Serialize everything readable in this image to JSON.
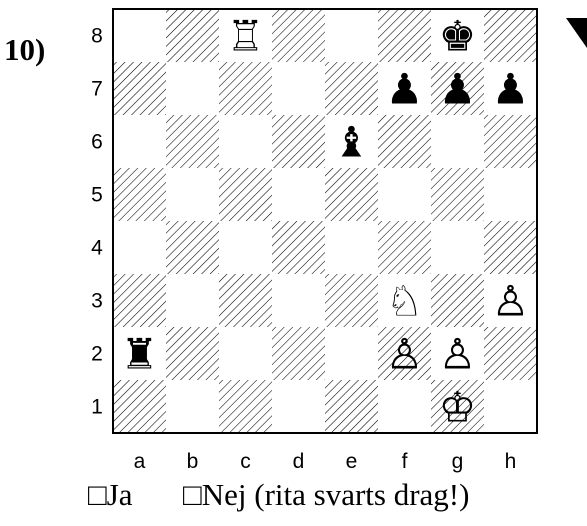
{
  "puzzle": {
    "number": "10)",
    "files": [
      "a",
      "b",
      "c",
      "d",
      "e",
      "f",
      "g",
      "h"
    ],
    "ranks": [
      "8",
      "7",
      "6",
      "5",
      "4",
      "3",
      "2",
      "1"
    ],
    "pieces": [
      {
        "square": "c8",
        "color": "white",
        "type": "rook",
        "glyph": "♖"
      },
      {
        "square": "g8",
        "color": "black",
        "type": "king",
        "glyph": "♚"
      },
      {
        "square": "f7",
        "color": "black",
        "type": "pawn",
        "glyph": "♟"
      },
      {
        "square": "g7",
        "color": "black",
        "type": "pawn",
        "glyph": "♟"
      },
      {
        "square": "h7",
        "color": "black",
        "type": "pawn",
        "glyph": "♟"
      },
      {
        "square": "e6",
        "color": "black",
        "type": "bishop",
        "glyph": "♝"
      },
      {
        "square": "f3",
        "color": "white",
        "type": "knight",
        "glyph": "♘"
      },
      {
        "square": "h3",
        "color": "white",
        "type": "pawn",
        "glyph": "♙"
      },
      {
        "square": "a2",
        "color": "black",
        "type": "rook",
        "glyph": "♜"
      },
      {
        "square": "f2",
        "color": "white",
        "type": "pawn",
        "glyph": "♙"
      },
      {
        "square": "g2",
        "color": "white",
        "type": "pawn",
        "glyph": "♙"
      },
      {
        "square": "g1",
        "color": "white",
        "type": "king",
        "glyph": "♔"
      }
    ],
    "to_move_marker": "black-triangle"
  },
  "answer": {
    "yes_box": "□",
    "yes_label": "Ja",
    "no_box": "□",
    "no_label": "Nej (rita svarts drag!)"
  }
}
